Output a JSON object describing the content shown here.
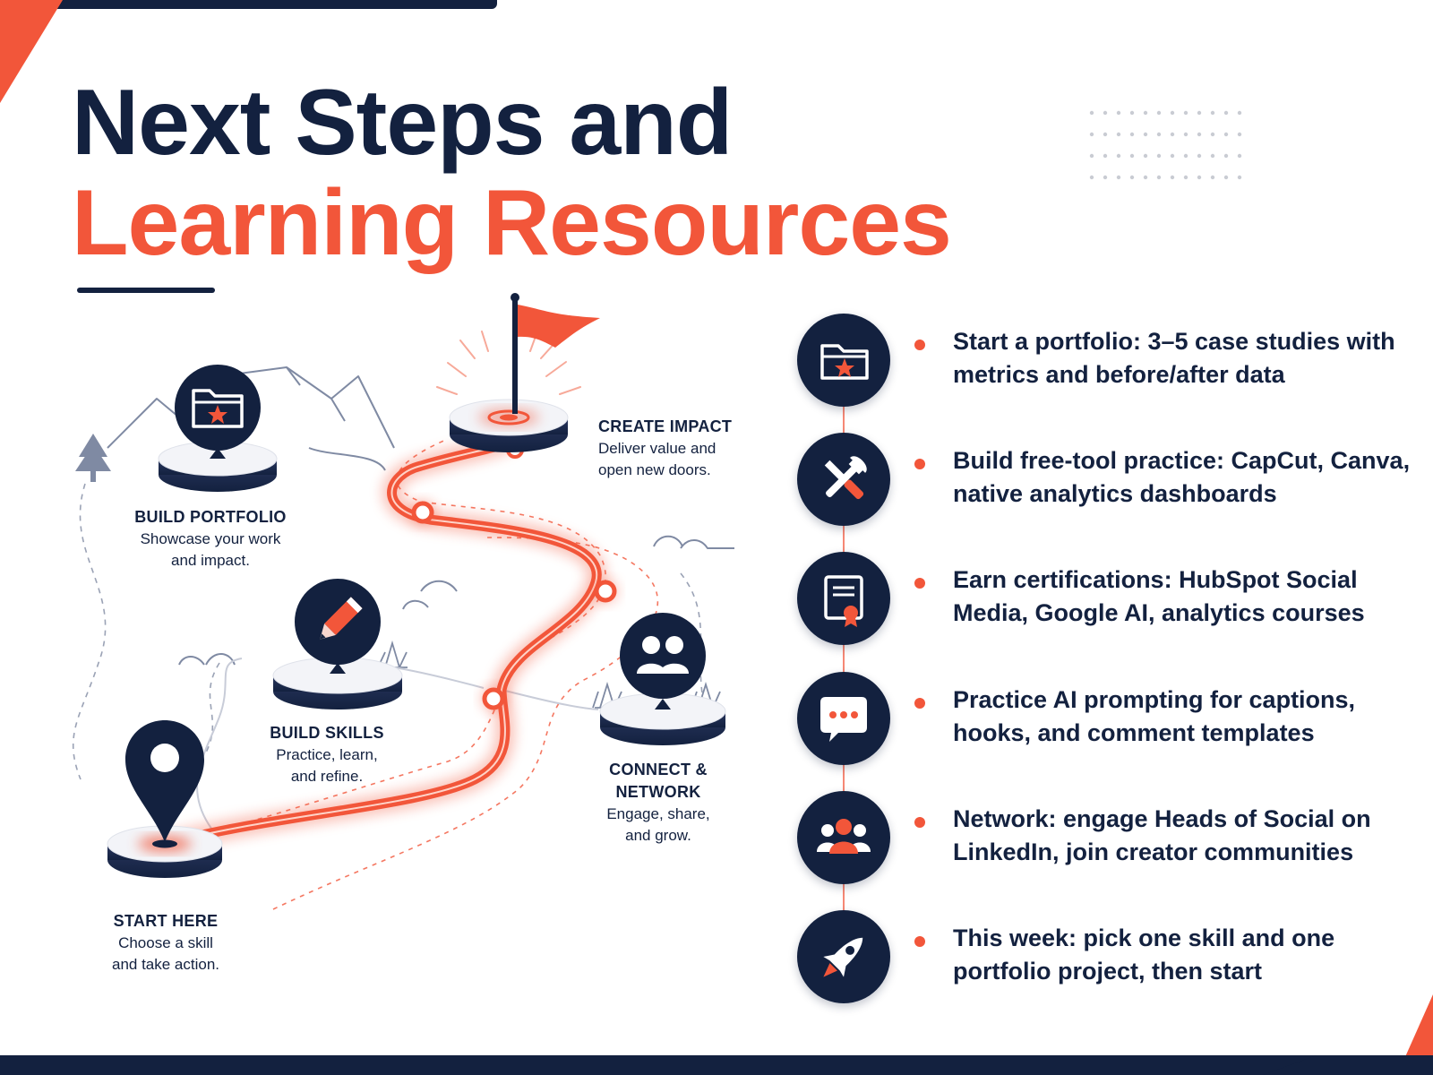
{
  "title": {
    "line1": "Next Steps and",
    "line2": "Learning Resources"
  },
  "colors": {
    "navy": "#13213f",
    "accent": "#f2563a"
  },
  "milestones": [
    {
      "id": "start",
      "title": "START HERE",
      "desc_line1": "Choose a skill",
      "desc_line2": "and take action.",
      "icon": "location-pin-icon"
    },
    {
      "id": "skills",
      "title": "BUILD SKILLS",
      "desc_line1": "Practice, learn,",
      "desc_line2": "and refine.",
      "icon": "pencil-icon"
    },
    {
      "id": "portfolio",
      "title": "BUILD PORTFOLIO",
      "desc_line1": "Showcase your work",
      "desc_line2": "and impact.",
      "icon": "folder-star-icon"
    },
    {
      "id": "network",
      "title_line1": "CONNECT &",
      "title_line2": "NETWORK",
      "desc_line1": "Engage, share,",
      "desc_line2": "and grow.",
      "icon": "people-icon"
    },
    {
      "id": "impact",
      "title": "CREATE IMPACT",
      "desc_line1": "Deliver value and",
      "desc_line2": "open new doors.",
      "icon": "flag-icon"
    }
  ],
  "resources": [
    {
      "icon": "folder-star-icon",
      "text": "Start a portfolio: 3–5 case studies with metrics and before/after data"
    },
    {
      "icon": "tools-icon",
      "text": "Build free-tool practice: CapCut, Canva, native analytics dashboards"
    },
    {
      "icon": "certificate-icon",
      "text": "Earn certifications: HubSpot Social Media, Google AI, analytics courses"
    },
    {
      "icon": "chat-bubble-icon",
      "text": "Practice AI prompting for captions, hooks, and comment templates"
    },
    {
      "icon": "community-icon",
      "text": "Network: engage Heads of Social on LinkedIn, join creator communities"
    },
    {
      "icon": "rocket-icon",
      "text": "This week: pick one skill and one portfolio project, then start"
    }
  ]
}
